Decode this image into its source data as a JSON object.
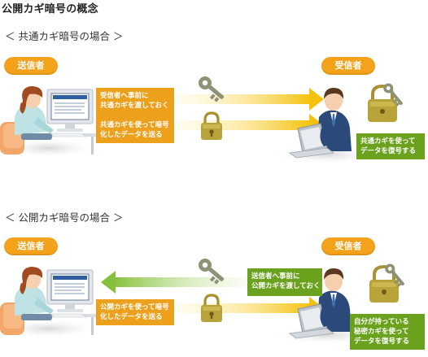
{
  "title": "公開カギ暗号の概念",
  "colors": {
    "sender_pill": "#f4a21c",
    "receiver_pill": "#f4a21c",
    "orange_box": "#eda01b",
    "green_box": "#6aa11d",
    "key": "#8e9276",
    "lock": "#b8a23a",
    "arrow_to_receiver": "#f1c40f",
    "arrow_to_sender": "#8cc63f"
  },
  "common": {
    "heading": "＜ 共通カギ暗号の場合 ＞",
    "sender_label": "送信者",
    "receiver_label": "受信者",
    "box_key": [
      "受信者へ事前に",
      "共通カギを渡しておく"
    ],
    "box_encrypt": [
      "共通カギを使って暗号",
      "化したデータを送る"
    ],
    "box_decrypt": [
      "共通カギを使って",
      "データを復号する"
    ]
  },
  "public": {
    "heading": "＜ 公開カギ暗号の場合 ＞",
    "sender_label": "送信者",
    "receiver_label": "受信者",
    "box_key": [
      "送信者へ事前に",
      "公開カギを渡しておく"
    ],
    "box_encrypt": [
      "公開カギを使って暗号",
      "化したデータを送る"
    ],
    "box_decrypt": [
      "自分が持っている",
      "秘密カギを使って",
      "データを復号する"
    ]
  }
}
